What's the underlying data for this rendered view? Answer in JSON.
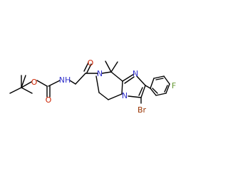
{
  "molecule": {
    "atoms": {
      "nh": "NH",
      "o_carbonyl_boc": "O",
      "o_ester": "O",
      "o_amide": "O",
      "n_ring": "N",
      "n_imidazole_bridge": "N",
      "n_imidazole": "N",
      "br": "Br",
      "f": "F"
    },
    "colors": {
      "bond": "#000000",
      "nitrogen": "#3333cc",
      "oxygen": "#cc2200",
      "bromine": "#993300",
      "fluorine": "#669933",
      "carbon_label": "#000000"
    }
  }
}
